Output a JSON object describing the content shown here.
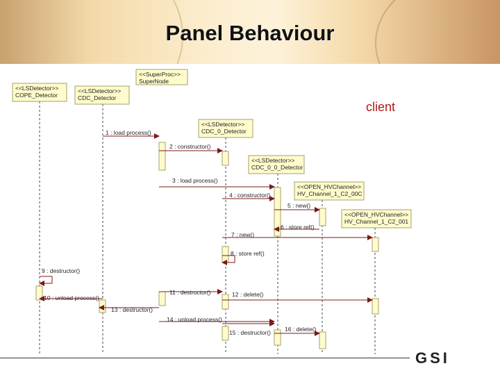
{
  "title": "Panel Behaviour",
  "client_label": "client",
  "logo_text": "GSI",
  "objects": [
    {
      "id": "superproc",
      "stereotype": "<<SuperProc>>",
      "name": "SuperNode"
    },
    {
      "id": "cope",
      "stereotype": "<<LSDetector>>",
      "name": "COPE_Detector"
    },
    {
      "id": "cdc",
      "stereotype": "<<LSDetector>>",
      "name": "CDC_Detector"
    },
    {
      "id": "cdc0",
      "stereotype": "<<LSDetector>>",
      "name": "CDC_0_Detector"
    },
    {
      "id": "cdc00",
      "stereotype": "<<LSDetector>>",
      "name": "CDC_0_0_Detector"
    },
    {
      "id": "hv1",
      "stereotype": "<<OPEN_HVChannel>>",
      "name": "HV_Channel_1_C2_00C"
    },
    {
      "id": "hv2",
      "stereotype": "<<OPEN_HVChannel>>",
      "name": "HV_Channel_1_C2_001"
    }
  ],
  "messages": [
    {
      "label": "1 : load process()"
    },
    {
      "label": "2 : constructor()"
    },
    {
      "label": "3 : load process()"
    },
    {
      "label": "4 : constructor()"
    },
    {
      "label": "5 : new()"
    },
    {
      "label": "6 : store ref()"
    },
    {
      "label": "7 : new()"
    },
    {
      "label": "8 : store ref()"
    },
    {
      "label": "9 : destructor()"
    },
    {
      "label": "10 : unload process()"
    },
    {
      "label": "11 : destructor()"
    },
    {
      "label": "12 : delete()"
    },
    {
      "label": "13 : destructor()"
    },
    {
      "label": "14 : unload process()"
    },
    {
      "label": "15 : destructor()"
    },
    {
      "label": "16 : delete()"
    }
  ]
}
